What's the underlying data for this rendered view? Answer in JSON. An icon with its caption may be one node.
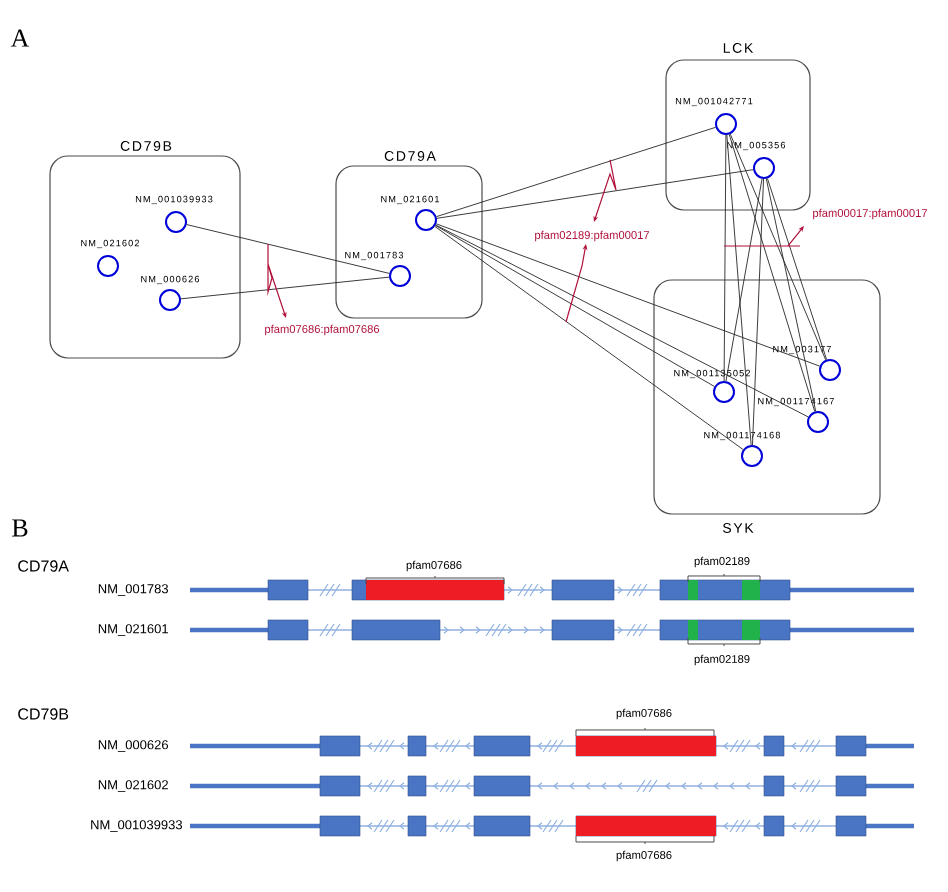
{
  "diagram": {
    "nodes": [
      {
        "text": [
          "CD79B"
        ]
      },
      {
        "text": [
          "CD79A"
        ]
      },
      {
        "text": [
          "LCK"
        ]
      },
      {
        "text": [
          "SYK"
        ]
      },
      {
        "text": [
          "NM_001039933"
        ],
        "in": 0
      },
      {
        "text": [
          "NM_021602"
        ],
        "in": 0
      },
      {
        "text": [
          "NM_000626"
        ],
        "in": 0
      },
      {
        "text": [
          "NM_021601"
        ],
        "in": 1
      },
      {
        "text": [
          "NM_001783"
        ],
        "in": 1
      },
      {
        "text": [
          "NM_001042771"
        ],
        "in": 2
      },
      {
        "text": [
          "NM_005356"
        ],
        "in": 2
      },
      {
        "text": [
          "NM_003177"
        ],
        "in": 3
      },
      {
        "text": [
          "NM_001135052"
        ],
        "in": 3
      },
      {
        "text": [
          "NM_001174167"
        ],
        "in": 3
      },
      {
        "text": [
          "NM_001174168"
        ],
        "in": 3
      }
    ],
    "edges": [
      {
        "from": 4,
        "to": 8,
        "arrow": "none"
      },
      {
        "from": 6,
        "to": 8,
        "arrow": "none"
      },
      {
        "from": 7,
        "to": 9,
        "arrow": "none"
      },
      {
        "from": 7,
        "to": 10,
        "arrow": "none"
      },
      {
        "from": 7,
        "to": 11,
        "arrow": "none"
      },
      {
        "from": 7,
        "to": 12,
        "arrow": "none"
      },
      {
        "from": 7,
        "to": 13,
        "arrow": "none"
      },
      {
        "from": 7,
        "to": 14,
        "arrow": "none"
      },
      {
        "from": 9,
        "to": 12,
        "arrow": "none"
      },
      {
        "from": 9,
        "to": 11,
        "arrow": "none"
      },
      {
        "from": 9,
        "to": 13,
        "arrow": "none"
      },
      {
        "from": 9,
        "to": 14,
        "arrow": "none"
      },
      {
        "from": 10,
        "to": 12,
        "arrow": "none"
      },
      {
        "from": 10,
        "to": 14,
        "arrow": "none"
      },
      {
        "from": 10,
        "to": 11,
        "arrow": "none"
      },
      {
        "from": 10,
        "to": 13,
        "arrow": "none"
      }
    ],
    "labels": [
      "A",
      "pfam07686:pfam07686",
      "pfam02189:pfam00017",
      "pfam00017:pfam00017",
      "B",
      "CD79A",
      "pfam07686",
      "pfam02189",
      "NM_001783",
      "NM_021601",
      "pfam02189",
      "CD79B",
      "pfam07686",
      "NM_000626",
      "NM_021602",
      "NM_001039933",
      "pfam07686"
    ]
  }
}
